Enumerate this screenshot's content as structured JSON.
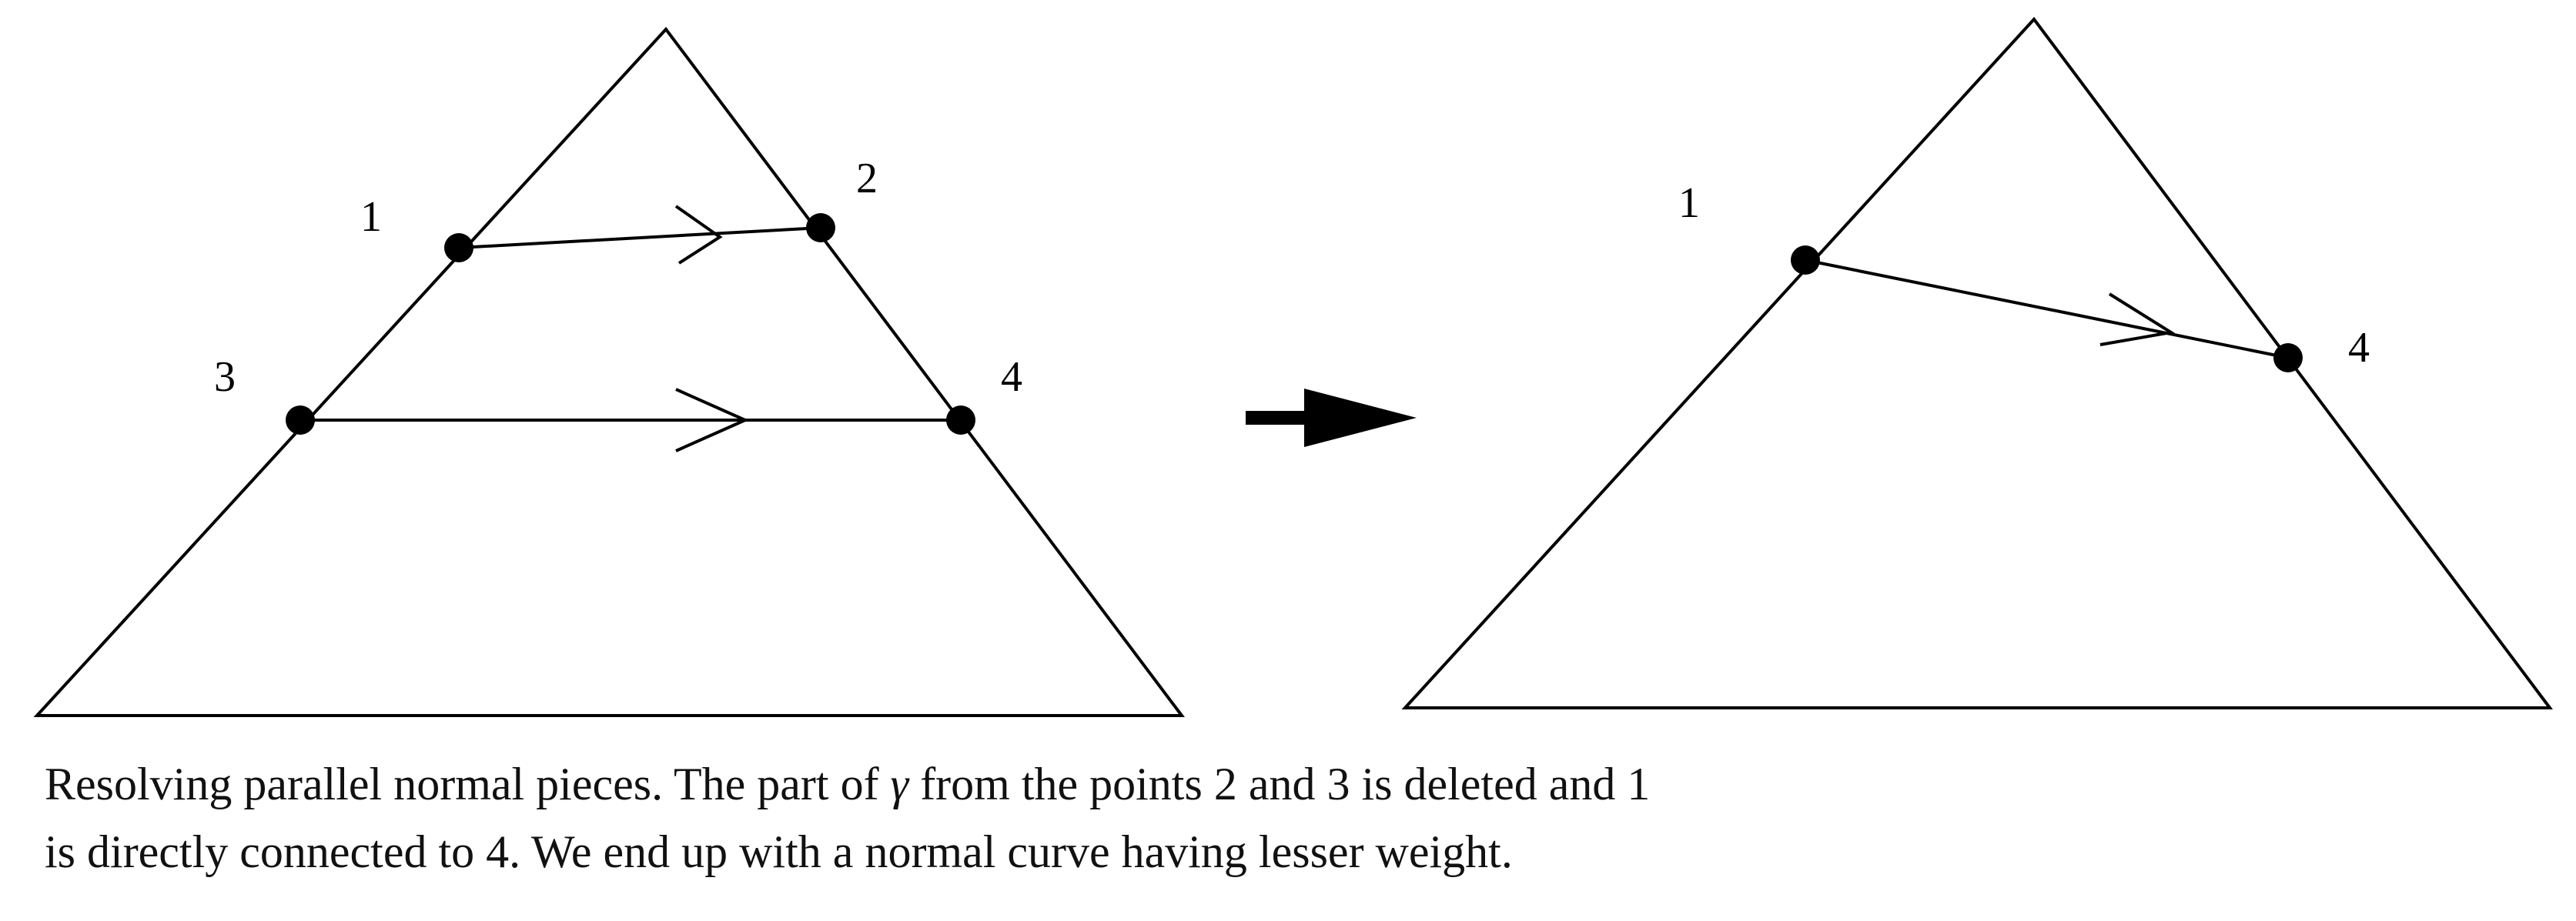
{
  "left_diagram": {
    "labels": {
      "p1": "1",
      "p2": "2",
      "p3": "3",
      "p4": "4"
    }
  },
  "right_diagram": {
    "labels": {
      "p1": "1",
      "p4": "4"
    }
  },
  "caption": {
    "line1_before": "Resolving parallel normal pieces. The part of ",
    "symbol": "γ",
    "line1_after": " from the points 2 and 3 is deleted and 1",
    "line2": "is directly connected to 4. We end up with a normal curve having lesser weight."
  },
  "colors": {
    "ink": "#000000",
    "background": "#ffffff"
  }
}
